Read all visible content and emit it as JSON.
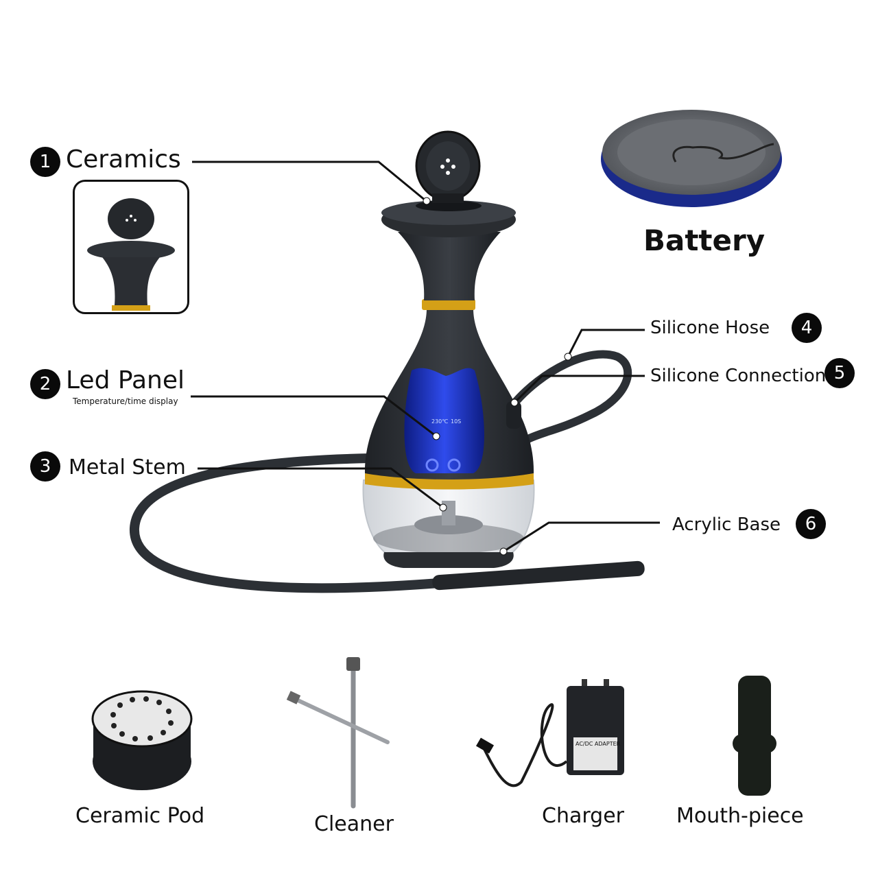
{
  "callouts": [
    {
      "num": "1",
      "label": "Ceramics"
    },
    {
      "num": "2",
      "label": "Led Panel",
      "sub": "Temperature/time display"
    },
    {
      "num": "3",
      "label": "Metal Stem"
    },
    {
      "num": "4",
      "label": "Silicone Hose"
    },
    {
      "num": "5",
      "label": "Silicone Connection"
    },
    {
      "num": "6",
      "label": "Acrylic Base"
    }
  ],
  "battery": {
    "label": "Battery"
  },
  "led_display": {
    "temp": "230℃",
    "time": "10S"
  },
  "accessories": [
    {
      "label": "Ceramic Pod"
    },
    {
      "label": "Cleaner"
    },
    {
      "label": "Charger"
    },
    {
      "label": "Mouth-piece"
    }
  ],
  "adapter_text": {
    "line1": "AC/DC ADAPTER"
  },
  "colors": {
    "body": "#2b2e33",
    "gold": "#d4a017",
    "led_blue": "#1e3fff",
    "battery_blue": "#1a2a8a",
    "badge": "#0a0a0a"
  }
}
